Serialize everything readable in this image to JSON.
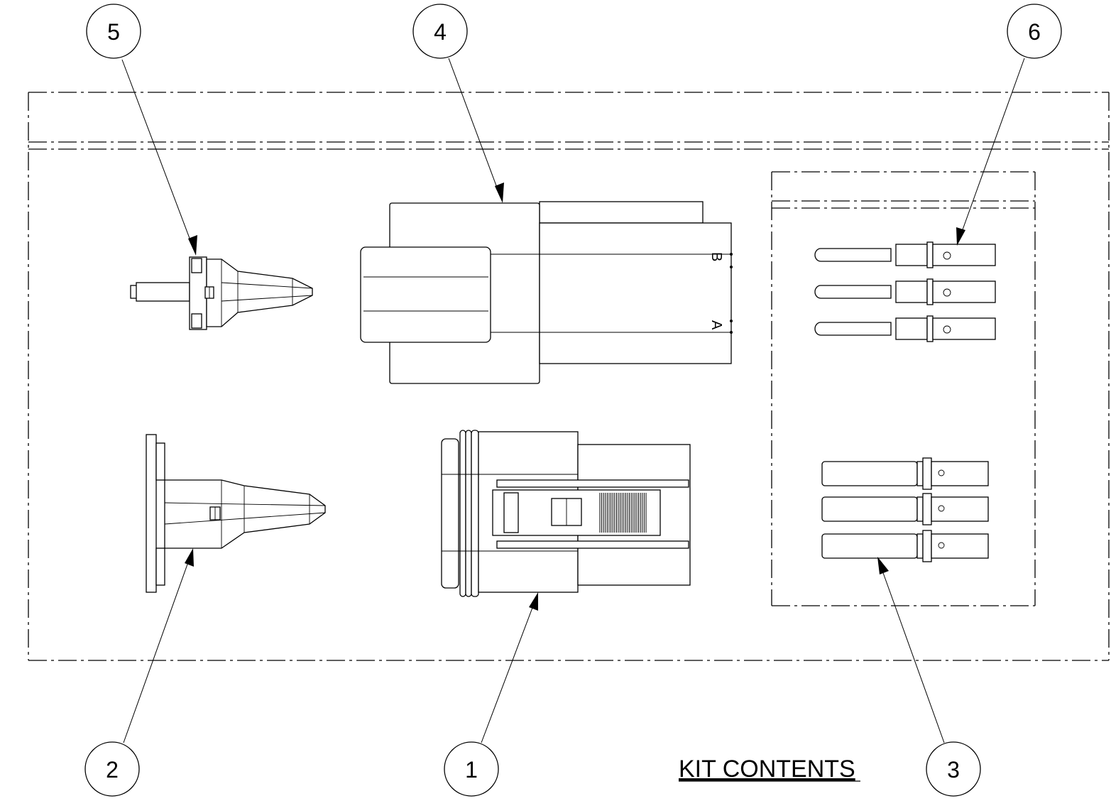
{
  "balloons": [
    "1",
    "2",
    "3",
    "4",
    "5",
    "6"
  ],
  "pin_labels": {
    "b": "B",
    "a": "A"
  },
  "title": "KIT CONTENTS"
}
